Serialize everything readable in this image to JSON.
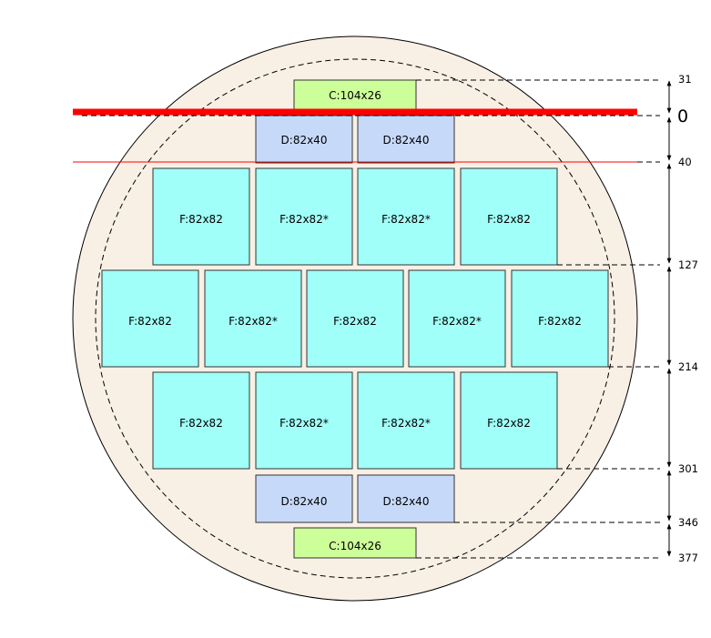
{
  "colors": {
    "wafer_fill": "#f8efe5",
    "wafer_stroke": "#000000",
    "red_line": "#ff0000",
    "c_fill": "#ccff99",
    "d_fill": "#c6d9f9",
    "f_fill": "#a0fff8",
    "rect_stroke": "#333333"
  },
  "blocks": {
    "c_top": "C:104x26",
    "d_top_1": "D:82x40",
    "d_top_2": "D:82x40",
    "r1c1": "F:82x82",
    "r1c2": "F:82x82*",
    "r1c3": "F:82x82*",
    "r1c4": "F:82x82",
    "r2c1": "F:82x82",
    "r2c2": "F:82x82*",
    "r2c3": "F:82x82",
    "r2c4": "F:82x82*",
    "r2c5": "F:82x82",
    "r3c1": "F:82x82",
    "r3c2": "F:82x82*",
    "r3c3": "F:82x82*",
    "r3c4": "F:82x82",
    "d_bot_1": "D:82x40",
    "d_bot_2": "D:82x40",
    "c_bot": "C:104x26"
  },
  "dimensions": {
    "d31": "31",
    "d0": "0",
    "d40": "40",
    "d127": "127",
    "d214": "214",
    "d301": "301",
    "d346": "346",
    "d377": "377"
  }
}
